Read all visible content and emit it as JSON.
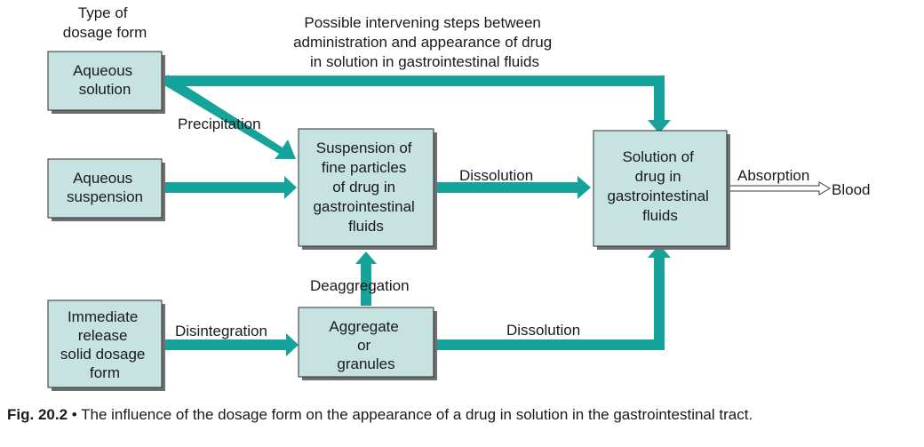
{
  "labels": {
    "type_of_dosage_form": [
      "Type of",
      "dosage form"
    ],
    "intervening_steps": [
      "Possible intervening steps between",
      "administration and appearance of drug",
      "in solution in gastrointestinal fluids"
    ],
    "precipitation": "Precipitation",
    "dissolution_upper": "Dissolution",
    "dissolution_lower": "Dissolution",
    "absorption": "Absorption",
    "blood": "Blood",
    "deaggregation": "Deaggregation",
    "disintegration": "Disintegration"
  },
  "boxes": {
    "aqueous_solution": [
      "Aqueous",
      "solution"
    ],
    "aqueous_suspension": [
      "Aqueous",
      "suspension"
    ],
    "immediate_release": [
      "Immediate",
      "release",
      "solid dosage",
      "form"
    ],
    "suspension_fine": [
      "Suspension of",
      "fine particles",
      "of drug in",
      "gastrointestinal",
      "fluids"
    ],
    "aggregate": [
      "Aggregate",
      "or",
      "granules"
    ],
    "solution_of_drug": [
      "Solution of",
      "drug in",
      "gastrointestinal",
      "fluids"
    ]
  },
  "caption": {
    "label": "Fig. 20.2",
    "separator": "•",
    "text": "The influence of the dosage form on the appearance of a drug in solution in the gastrointestinal tract."
  },
  "colors": {
    "arrow": "#16a39c",
    "box_fill": "#c6e3e2",
    "box_border": "#2c2c2c",
    "shadow": "#6f6f6f"
  }
}
